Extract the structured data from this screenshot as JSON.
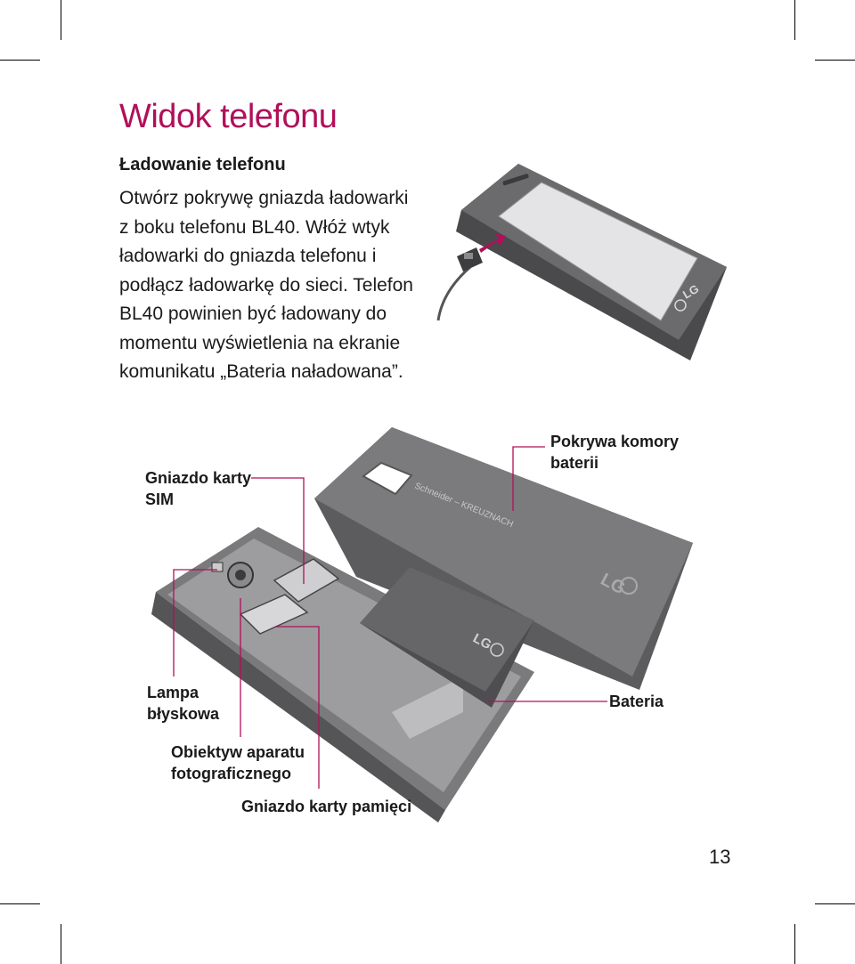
{
  "page": {
    "title": "Widok telefonu",
    "section_heading": "Ładowanie telefonu",
    "body_lines": [
      "Otwórz pokrywę gniazda ładowarki",
      "z boku telefonu BL40. Włóż wtyk",
      "ładowarki do gniazda telefonu i",
      "podłącz ładowarkę do sieci. Telefon",
      "BL40 powinien być ładowany do",
      "momentu wyświetlenia na ekranie",
      "komunikatu „Bateria naładowana”."
    ],
    "page_number": "13"
  },
  "labels": {
    "sim_slot": [
      "Gniazdo karty",
      "SIM"
    ],
    "battery_cover": [
      "Pokrywa komory",
      "baterii"
    ],
    "flash": [
      "Lampa",
      "błyskowa"
    ],
    "battery": "Bateria",
    "camera_lens": [
      "Obiektyw aparatu",
      "fotograficznego"
    ],
    "memory_slot": "Gniazdo karty pamięci"
  },
  "branding": {
    "lg_logo_text": "LG",
    "cover_print": "Schneider – KREUZNACH"
  },
  "colors": {
    "title": "#b0105a",
    "callout_line": "#b0105a",
    "phone_body": "#5f5f61",
    "phone_screen": "#e2e2e4"
  }
}
